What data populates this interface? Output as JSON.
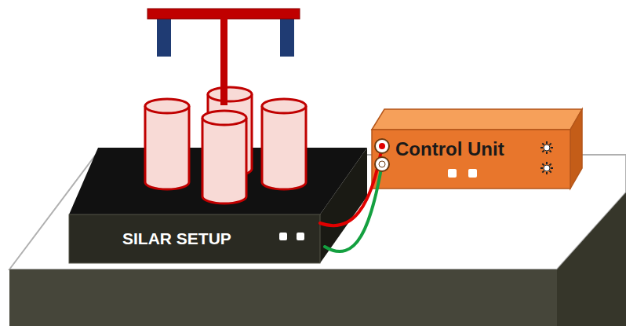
{
  "diagram": {
    "nodes": [
      {
        "text": [
          "SILAR SETUP"
        ]
      },
      {
        "text": [
          "Control Unit"
        ]
      }
    ],
    "edges": [
      {
        "from": 0,
        "to": 1,
        "arrow": "none"
      },
      {
        "from": 0,
        "to": 1,
        "arrow": "none"
      }
    ]
  }
}
